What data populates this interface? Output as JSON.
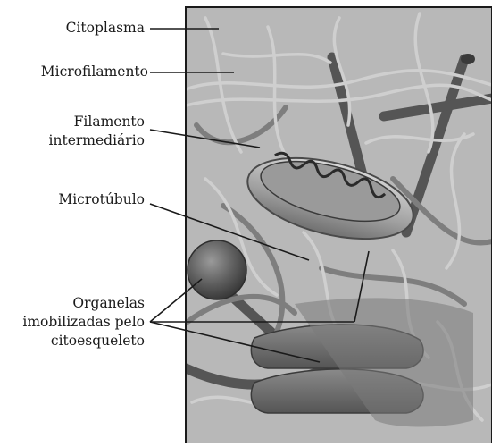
{
  "labels": {
    "citoplasma": "Citoplasma",
    "microfilamento": "Microfilamento",
    "filamento_line1": "Filamento",
    "filamento_line2": "intermediário",
    "microtubulo": "Microtúbulo",
    "organelas_line1": "Organelas",
    "organelas_line2": "imobilizadas pelo",
    "organelas_line3": "citoesqueleto"
  },
  "colors": {
    "background": "#b8b8b8",
    "frame": "#1a1a1a",
    "microfilament": "#b3b3b3",
    "intermediate_filament": "#7e7e7e",
    "microtubule": "#5a5a5a",
    "organelle": "#6d6d6d",
    "leader_line": "#1a1a1a"
  }
}
